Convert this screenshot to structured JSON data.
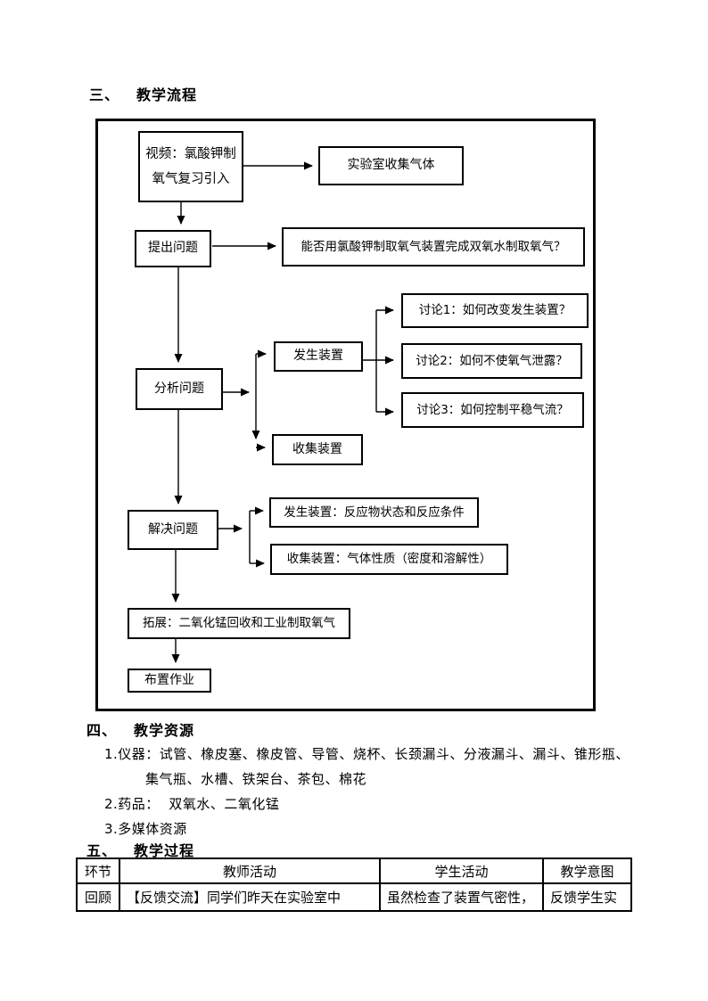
{
  "sections": {
    "flow": {
      "num": "三、",
      "title": "教学流程"
    },
    "resources": {
      "num": "四、",
      "title": "教学资源"
    },
    "process": {
      "num": "五、",
      "title": "教学过程"
    }
  },
  "flowchart": {
    "video_line1": "视频：氯酸钾制",
    "video_line2": "氧气复习引入",
    "lab_collect": "实验室收集气体",
    "raise_question": "提出问题",
    "key_question": "能否用氯酸钾制取氧气装置完成双氧水制取氧气？",
    "analyze": "分析问题",
    "generator": "发生装置",
    "collector": "收集装置",
    "discussion1": "讨论1：如何改变发生装置？",
    "discussion2": "讨论2：如何不使氧气泄露？",
    "discussion3": "讨论3：如何控制平稳气流？",
    "solve": "解决问题",
    "generator_detail": "发生装置：反应物状态和反应条件",
    "collector_detail": "收集装置：气体性质（密度和溶解性）",
    "extension": "拓展：二氧化锰回收和工业制取氧气",
    "homework": "布置作业"
  },
  "resources_list": {
    "item1_line1": "1.仪器：试管、橡皮塞、橡皮管、导管、烧杯、长颈漏斗、分液漏斗、漏斗、锥形瓶、",
    "item1_line2": "集气瓶、水槽、铁架台、茶包、棉花",
    "item2": "2.药品：  双氧水、二氧化锰",
    "item3": "3.多媒体资源"
  },
  "process_table": {
    "headers": [
      "环节",
      "教师活动",
      "学生活动",
      "教学意图"
    ],
    "rows": [
      [
        "回顾",
        "【反馈交流】同学们昨天在实验室中",
        "虽然检查了装置气密性，",
        "反馈学生实"
      ]
    ]
  },
  "colors": {
    "ink": "#000000",
    "paper": "#ffffff"
  }
}
